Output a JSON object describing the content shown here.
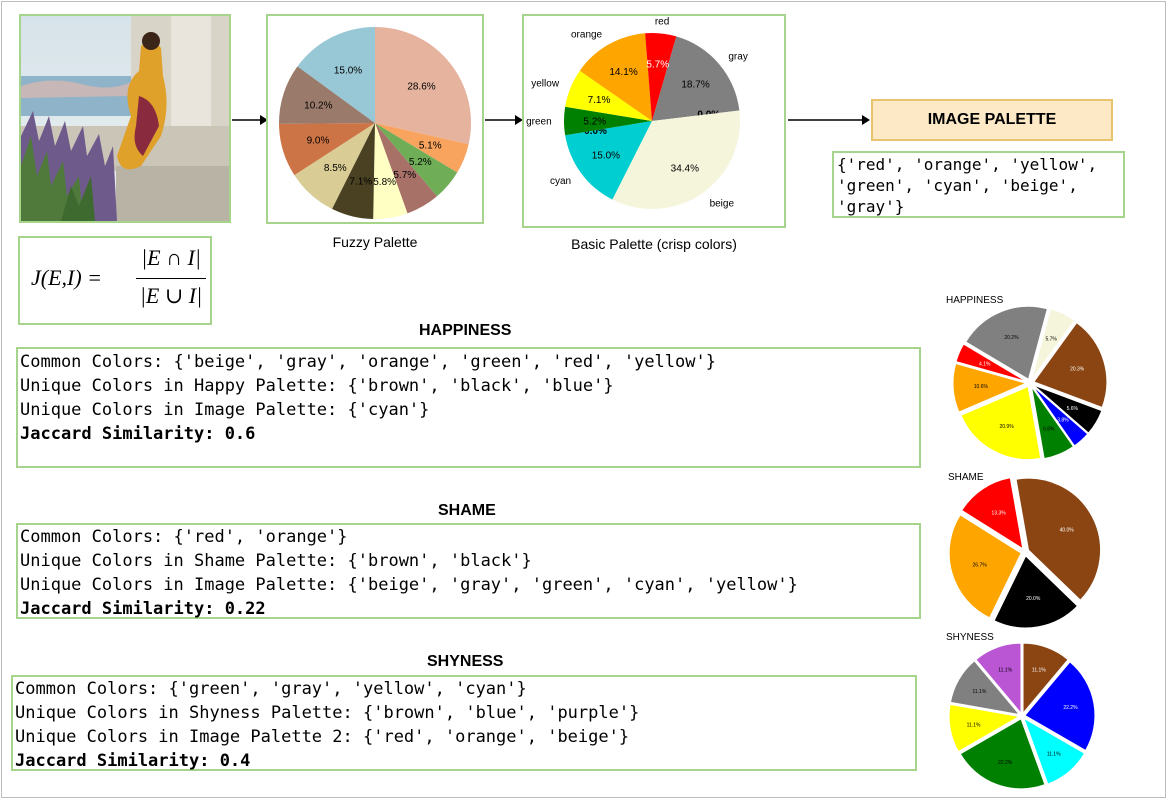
{
  "captions": {
    "fuzzy": "Fuzzy Palette",
    "basic": "Basic Palette (crisp colors)",
    "image_palette_title": "IMAGE PALETTE"
  },
  "image_palette_text": {
    "line1": "{'red', 'orange', 'yellow',",
    "line2": "'green', 'cyan', 'beige',",
    "line3": "'gray'}"
  },
  "formula": {
    "lhs": "J(E,I) =",
    "num": "|E ∩ I|",
    "den": "|E ∪ I|"
  },
  "sections": {
    "happiness": {
      "title": "HAPPINESS",
      "common": "Common Colors: {'beige', 'gray', 'orange', 'green', 'red', 'yellow'}",
      "unique_palette": "Unique Colors in Happy Palette: {'brown', 'black', 'blue'}",
      "unique_image": "Unique Colors in Image Palette: {'cyan'}",
      "jaccard": "Jaccard Similarity: 0.6"
    },
    "shame": {
      "title": "SHAME",
      "common": "Common Colors: {'red', 'orange'}",
      "unique_palette": "Unique Colors in Shame Palette: {'brown', 'black'}",
      "unique_image": "Unique Colors in Image Palette: {'beige', 'gray', 'green', 'cyan', 'yellow'}",
      "jaccard": "Jaccard Similarity: 0.22"
    },
    "shyness": {
      "title": "SHYNESS",
      "common": "Common Colors: {'green', 'gray', 'yellow', 'cyan'}",
      "unique_palette": "Unique Colors in Shyness Palette: {'brown', 'blue', 'purple'}",
      "unique_image": "Unique Colors in Image Palette 2: {'red', 'orange', 'beige'}",
      "jaccard": "Jaccard Similarity: 0.4"
    }
  },
  "chart_data": [
    {
      "name": "fuzzy",
      "type": "pie",
      "slices": [
        {
          "label": "",
          "value": 28.6,
          "text": "28.6%",
          "color": "#e5b39e"
        },
        {
          "label": "",
          "value": 5.1,
          "text": "5.1%",
          "color": "#f8a35e"
        },
        {
          "label": "",
          "value": 5.2,
          "text": "5.2%",
          "color": "#6fae57"
        },
        {
          "label": "",
          "value": 5.7,
          "text": "5.7%",
          "color": "#a77168"
        },
        {
          "label": "",
          "value": 5.8,
          "text": "5.8%",
          "color": "#ffffc3"
        },
        {
          "label": "",
          "value": 7.1,
          "text": "7.1%",
          "color": "#4a4122"
        },
        {
          "label": "",
          "value": 8.5,
          "text": "8.5%",
          "color": "#d9cc94"
        },
        {
          "label": "",
          "value": 9.0,
          "text": "9.0%",
          "color": "#cd7446"
        },
        {
          "label": "",
          "value": 10.2,
          "text": "10.2%",
          "color": "#9a7a6a"
        },
        {
          "label": "",
          "value": 15.0,
          "text": "15.0%",
          "color": "#98c7d6"
        }
      ]
    },
    {
      "name": "basic",
      "type": "pie",
      "slices": [
        {
          "label": "gray",
          "value": 18.7,
          "text": "18.7%",
          "color": "#808080"
        },
        {
          "label": "",
          "value": 0.0,
          "text": "0.0%",
          "color": "#ffffff"
        },
        {
          "label": "beige",
          "value": 34.4,
          "text": "34.4%",
          "color": "#f5f5dc"
        },
        {
          "label": "cyan",
          "value": 15.0,
          "text": "15.0%",
          "color": "#00ced1"
        },
        {
          "label": "",
          "value": 0.0,
          "text": "0.0%",
          "color": "#ffffff"
        },
        {
          "label": "green",
          "value": 5.2,
          "text": "5.2%",
          "color": "#008000"
        },
        {
          "label": "yellow",
          "value": 7.1,
          "text": "7.1%",
          "color": "#ffff00"
        },
        {
          "label": "orange",
          "value": 14.1,
          "text": "14.1%",
          "color": "#ffa500"
        },
        {
          "label": "red",
          "value": 5.7,
          "text": "5.7%",
          "color": "#ff0000"
        }
      ]
    },
    {
      "name": "happiness",
      "type": "pie",
      "title": "HAPPINESS",
      "slices": [
        {
          "label": "",
          "value": 5.7,
          "text": "5.7%",
          "color": "#f5f5dc"
        },
        {
          "label": "",
          "value": 20.3,
          "text": "20.3%",
          "color": "#8b4513"
        },
        {
          "label": "",
          "value": 5.6,
          "text": "5.6%",
          "color": "#000000"
        },
        {
          "label": "",
          "value": 3.8,
          "text": "3.8%",
          "color": "#0000ff"
        },
        {
          "label": "",
          "value": 6.8,
          "text": "6.8%",
          "color": "#008000"
        },
        {
          "label": "",
          "value": 20.9,
          "text": "20.9%",
          "color": "#ffff00"
        },
        {
          "label": "",
          "value": 10.6,
          "text": "10.6%",
          "color": "#ffa500"
        },
        {
          "label": "",
          "value": 4.1,
          "text": "4.1%",
          "color": "#ff0000"
        },
        {
          "label": "",
          "value": 20.2,
          "text": "20.2%",
          "color": "#808080"
        }
      ]
    },
    {
      "name": "shame",
      "type": "pie",
      "title": "SHAME",
      "slices": [
        {
          "label": "",
          "value": 40.0,
          "text": "40.0%",
          "color": "#8b4513"
        },
        {
          "label": "",
          "value": 20.0,
          "text": "20.0%",
          "color": "#000000"
        },
        {
          "label": "",
          "value": 26.7,
          "text": "26.7%",
          "color": "#ffa500"
        },
        {
          "label": "",
          "value": 13.3,
          "text": "13.3%",
          "color": "#ff0000"
        }
      ]
    },
    {
      "name": "shyness",
      "type": "pie",
      "title": "SHYNESS",
      "slices": [
        {
          "label": "",
          "value": 11.1,
          "text": "11.1%",
          "color": "#8b4513"
        },
        {
          "label": "",
          "value": 22.2,
          "text": "22.2%",
          "color": "#0000ff"
        },
        {
          "label": "",
          "value": 11.1,
          "text": "11.1%",
          "color": "#00ffff"
        },
        {
          "label": "",
          "value": 22.2,
          "text": "22.2%",
          "color": "#008000"
        },
        {
          "label": "",
          "value": 11.1,
          "text": "11.1%",
          "color": "#ffff00"
        },
        {
          "label": "",
          "value": 11.1,
          "text": "11.1%",
          "color": "#808080"
        },
        {
          "label": "",
          "value": 11.1,
          "text": "11.1%",
          "color": "#ba55d3"
        }
      ]
    }
  ]
}
